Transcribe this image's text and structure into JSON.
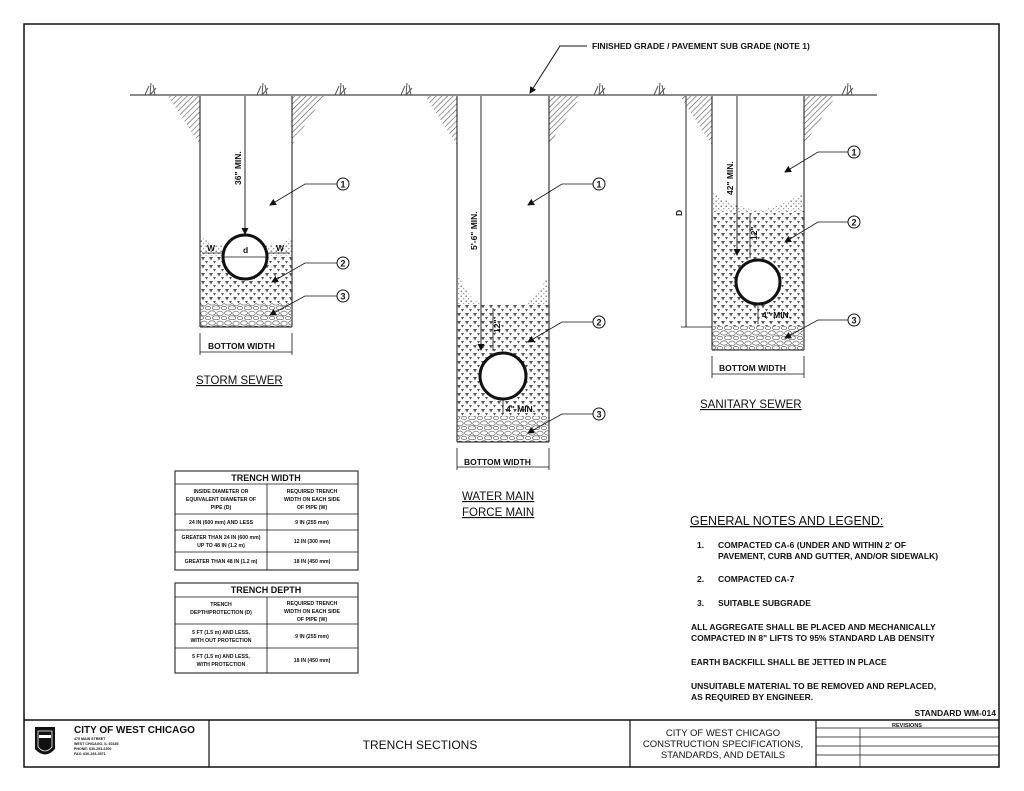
{
  "header_note": "FINISHED GRADE / PAVEMENT SUB GRADE (NOTE 1)",
  "callouts": [
    "1",
    "2",
    "3"
  ],
  "storm": {
    "title": "STORM SEWER",
    "min": "36\" MIN.",
    "w_left": "W",
    "diameter": "d",
    "w_right": "W",
    "bottom_width": "BOTTOM WIDTH"
  },
  "water": {
    "title_line1": "WATER MAIN",
    "title_line2": "FORCE MAIN",
    "min": "5'-6\" MIN.",
    "cover": "12\"",
    "bedding": "4\" MIN.",
    "bottom_width": "BOTTOM WIDTH"
  },
  "sanitary": {
    "title": "SANITARY SEWER",
    "min": "42\" MIN.",
    "depth": "D",
    "cover": "12\"",
    "bedding": "4\" MIN.",
    "bottom_width": "BOTTOM WIDTH"
  },
  "trench_width_table": {
    "title": "TRENCH WIDTH",
    "col1_header": [
      "INSIDE DIAMETER OR",
      "EQUIVALENT DIAMETER OF",
      "PIPE (D)"
    ],
    "col2_header": [
      "REQUIRED TRENCH",
      "WIDTH ON EACH SIDE",
      "OF PIPE (W)"
    ],
    "rows": [
      {
        "c1": [
          "24 IN (600 mm) AND LESS"
        ],
        "c2": "9 IN (255 mm)"
      },
      {
        "c1": [
          "GREATER THAN 24 IN (600 mm)",
          "UP TO 48 IN (1.2 m)"
        ],
        "c2": "12 IN (300 mm)"
      },
      {
        "c1": [
          "GREATER THAN 48 IN (1.2 m)"
        ],
        "c2": "18 IN (450 mm)"
      }
    ]
  },
  "trench_depth_table": {
    "title": "TRENCH DEPTH",
    "col1_header": [
      "TRENCH",
      "DEPTH/PROTECTION (D)"
    ],
    "col2_header": [
      "REQUIRED TRENCH",
      "WIDTH ON EACH SIDE",
      "OF PIPE (W)"
    ],
    "rows": [
      {
        "c1": [
          "5 FT (1.5 m) AND LESS,",
          "WITH OUT PROTECTION"
        ],
        "c2": "9 IN (255 mm)"
      },
      {
        "c1": [
          "5 FT (1.5 m) AND LESS,",
          "WITH PROTECTION"
        ],
        "c2": "18 IN (450 mm)"
      }
    ]
  },
  "notes": {
    "heading": "GENERAL NOTES AND LEGEND:",
    "items": [
      {
        "num": "1.",
        "lines": [
          "COMPACTED CA-6 (UNDER AND WITHIN 2' OF",
          "PAVEMENT, CURB AND GUTTER, AND/OR SIDEWALK)"
        ]
      },
      {
        "num": "2.",
        "lines": [
          "COMPACTED CA-7"
        ]
      },
      {
        "num": "3.",
        "lines": [
          "SUITABLE SUBGRADE"
        ]
      }
    ],
    "paragraphs": [
      [
        "ALL AGGREGATE SHALL BE PLACED AND MECHANICALLY",
        "COMPACTED IN 8\" LIFTS TO 95% STANDARD LAB DENSITY"
      ],
      [
        "EARTH BACKFILL SHALL BE JETTED IN PLACE"
      ],
      [
        "UNSUITABLE MATERIAL TO BE REMOVED AND REPLACED,",
        "AS REQUIRED BY ENGINEER."
      ]
    ]
  },
  "standard": "STANDARD WM-014",
  "title_block": {
    "city": "CITY OF WEST CHICAGO",
    "address_lines": [
      "475 MAIN STREET",
      "WEST CHICAGO, IL 60185",
      "PHONE: 630-293-2200",
      "FAX: 630-293-3571"
    ],
    "sheet_title": "TRENCH SECTIONS",
    "spec_lines": [
      "CITY OF WEST CHICAGO",
      "CONSTRUCTION SPECIFICATIONS,",
      "STANDARDS, AND DETAILS"
    ],
    "revisions": "REVISIONS"
  }
}
